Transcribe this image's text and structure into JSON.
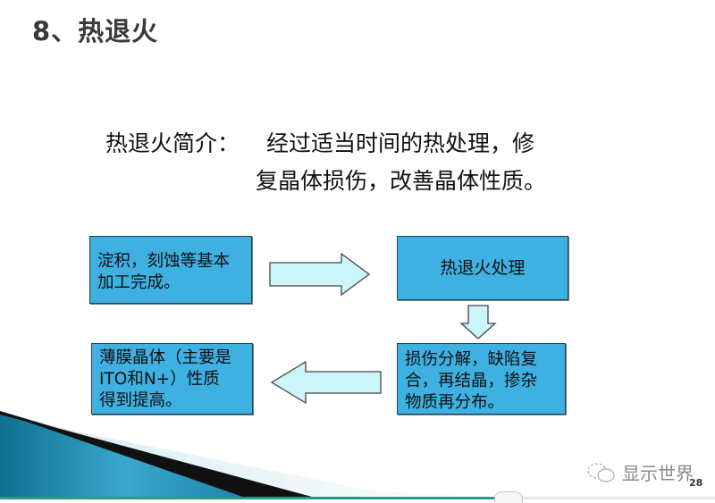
{
  "slide": {
    "title": "8、热退火",
    "page_number": "28"
  },
  "intro": {
    "label": "热退火简介：",
    "line1": "经过适当时间的热处理，修",
    "line2": "复晶体损伤，改善晶体性质。"
  },
  "flow": {
    "boxes": [
      {
        "id": "b1",
        "lines": [
          "淀积，刻蚀等基本",
          "加工完成。"
        ]
      },
      {
        "id": "b2",
        "lines": [
          "热退火处理"
        ]
      },
      {
        "id": "b3",
        "lines": [
          "损伤分解，缺陷复",
          "合，再结晶，掺杂",
          "物质再分布。"
        ]
      },
      {
        "id": "b4",
        "lines": [
          "薄膜晶体（主要是",
          "ITO和N+）性质",
          "得到提高。"
        ]
      }
    ],
    "arrows": [
      {
        "from": "b1",
        "to": "b2",
        "direction": "right"
      },
      {
        "from": "b2",
        "to": "b3",
        "direction": "down"
      },
      {
        "from": "b3",
        "to": "b4",
        "direction": "left"
      }
    ],
    "colors": {
      "box_fill": "#3eb0e2",
      "box_border": "#26414f",
      "arrow_fill": "#ccf6fb",
      "arrow_stroke": "#444444"
    }
  },
  "watermark": {
    "icon": "wechat-icon",
    "text": "显示世界"
  },
  "theme": {
    "accent_teal": "#2a9a86",
    "accent_blue": "#1f8fb8"
  }
}
